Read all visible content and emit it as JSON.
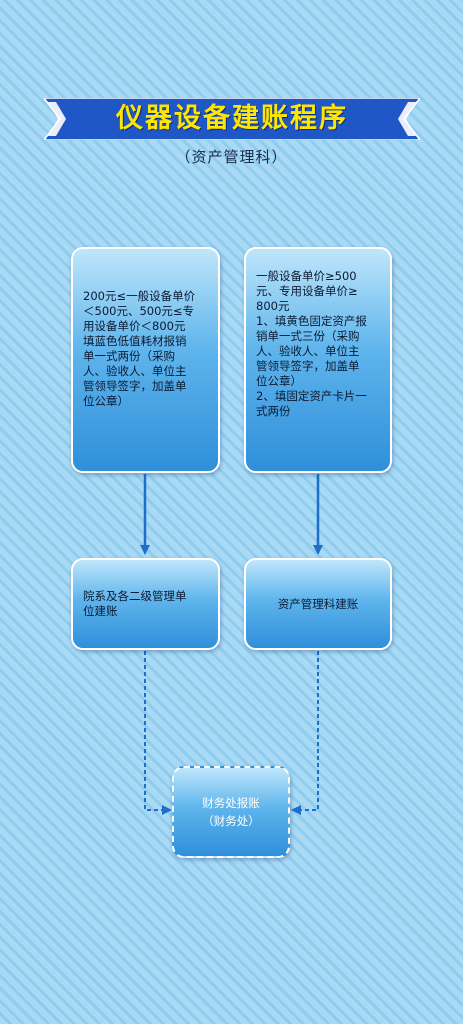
{
  "header": {
    "title": "仪器设备建账程序",
    "subtitle": "（资产管理科）"
  },
  "boxes": {
    "left_top": {
      "lines": [
        "200元≤一般设备单价",
        "＜500元、500元≤专",
        "用设备单价＜800元",
        "填蓝色低值耗材报销",
        "单一式两份（采购",
        "人、验收人、单位主",
        "管领导签字，加盖单",
        "位公章）"
      ]
    },
    "right_top": {
      "lines": [
        "一般设备单价≥500",
        "元、专用设备单价≥",
        "800元",
        "1、填黄色固定资产报",
        "销单一式三份（采购",
        "人、验收人、单位主",
        "管领导签字，加盖单",
        "位公章）",
        "2、填固定资产卡片一",
        "式两份"
      ]
    },
    "left_mid": {
      "lines": [
        "院系及各二级管理单",
        "位建账"
      ]
    },
    "right_mid": {
      "lines": [
        "资产管理科建账"
      ]
    },
    "final": {
      "lines": [
        "财务处报账",
        "（财务处）"
      ]
    }
  },
  "colors": {
    "banner": "#1f57c6",
    "banner_text": "#ffe600",
    "arrow": "#1d6fc9",
    "background": "#a9d9f4"
  }
}
